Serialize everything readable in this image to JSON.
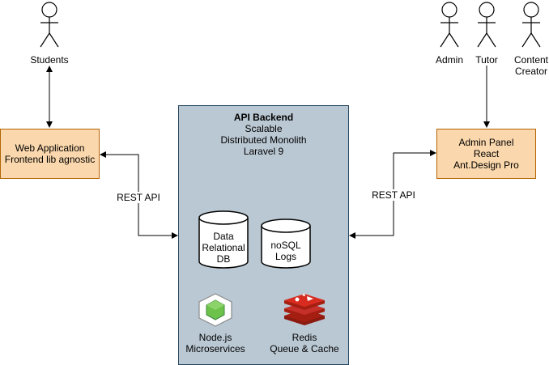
{
  "actors": {
    "students": "Students",
    "admin": "Admin",
    "tutor": "Tutor",
    "content_creator_line1": "Content",
    "content_creator_line2": "Creator"
  },
  "web_app": {
    "line1": "Web Application",
    "line2": "Frontend lib agnostic"
  },
  "admin_panel": {
    "line1": "Admin Panel",
    "line2": "React",
    "line3": "Ant.Design Pro"
  },
  "backend": {
    "title": "API Backend",
    "line2": "Scalable",
    "line3": "Distributed Monolith",
    "line4": "Laravel 9",
    "db": {
      "line1": "Data",
      "line2": "Relational",
      "line3": "DB"
    },
    "nosql": {
      "line1": "noSQL",
      "line2": "Logs"
    },
    "node": {
      "line1": "Node.js",
      "line2": "Microservices"
    },
    "redis": {
      "line1": "Redis",
      "line2": "Queue & Cache"
    }
  },
  "edges": {
    "left": "REST API",
    "right": "REST API"
  },
  "colors": {
    "orange_fill": "#fad7ac",
    "orange_stroke": "#b46504",
    "backend_fill": "#bac8d3",
    "backend_stroke": "#23445d",
    "node_green": "#6cc24a",
    "redis_red": "#c6302b"
  },
  "icons": [
    "actor-icon",
    "database-icon",
    "nodejs-icon",
    "redis-icon",
    "arrow-icon"
  ]
}
